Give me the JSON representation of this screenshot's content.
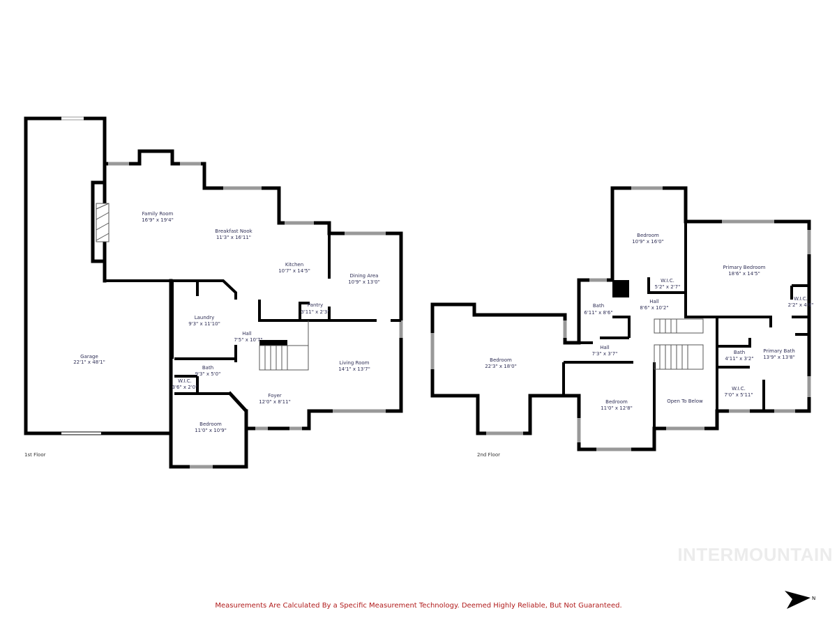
{
  "floors": [
    {
      "label": "1st Floor",
      "rooms": [
        {
          "name": "Garage",
          "dims": "22'1\" x 48'1\""
        },
        {
          "name": "Family Room",
          "dims": "16'9\" x 19'4\""
        },
        {
          "name": "Breakfast Nook",
          "dims": "11'3\" x 16'11\""
        },
        {
          "name": "Kitchen",
          "dims": "10'7\" x 14'5\""
        },
        {
          "name": "Dining Area",
          "dims": "10'9\" x 13'0\""
        },
        {
          "name": "Pantry",
          "dims": "3'11\" x 2'3\""
        },
        {
          "name": "Laundry",
          "dims": "9'3\" x 11'10\""
        },
        {
          "name": "Hall",
          "dims": "7'5\" x 10'7\""
        },
        {
          "name": "Living Room",
          "dims": "14'1\" x 13'7\""
        },
        {
          "name": "Bath",
          "dims": "9'3\" x 5'0\""
        },
        {
          "name": "W.I.C.",
          "dims": "3'6\" x 2'0\""
        },
        {
          "name": "Foyer",
          "dims": "12'0\" x 8'11\""
        },
        {
          "name": "Bedroom",
          "dims": "11'0\" x 10'9\""
        }
      ]
    },
    {
      "label": "2nd Floor",
      "rooms": [
        {
          "name": "Bedroom",
          "dims": "10'9\" x 16'0\""
        },
        {
          "name": "Primary Bedroom",
          "dims": "18'6\" x 14'5\""
        },
        {
          "name": "W.I.C.",
          "dims": "5'2\" x 2'7\""
        },
        {
          "name": "Bath",
          "dims": "6'11\" x 8'6\""
        },
        {
          "name": "Hall",
          "dims": "8'6\" x 10'2\""
        },
        {
          "name": "W.I.C.",
          "dims": "2'2\" x 4'8\""
        },
        {
          "name": "Bedroom",
          "dims": "22'3\" x 18'0\""
        },
        {
          "name": "Hall",
          "dims": "7'3\" x 3'7\""
        },
        {
          "name": "Bath",
          "dims": "4'11\" x 3'2\""
        },
        {
          "name": "Primary Bath",
          "dims": "13'9\" x 13'8\""
        },
        {
          "name": "Bedroom",
          "dims": "11'0\" x 12'8\""
        },
        {
          "name": "Open To Below",
          "dims": ""
        },
        {
          "name": "W.I.C.",
          "dims": "7'0\" x 5'11\""
        }
      ]
    }
  ],
  "disclaimer": "Measurements Are Calculated By a Specific Measurement Technology. Deemed Highly Reliable, But Not Guaranteed.",
  "watermark": "INTERMOUNTAIN",
  "compass": {
    "icon": "north-arrow-icon",
    "label": "N"
  }
}
